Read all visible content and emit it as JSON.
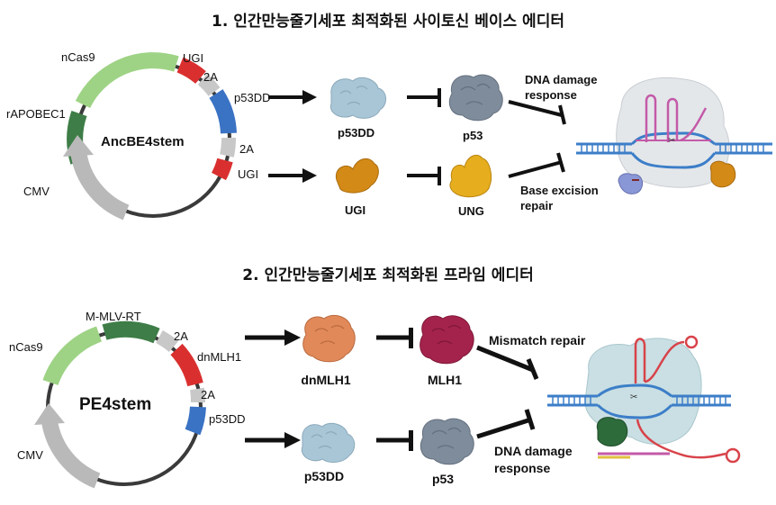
{
  "section1": {
    "title": "1. 인간만능줄기세포 최적화된 사이토신 베이스 에디터",
    "plasmid": {
      "name": "AncBE4stem",
      "segments": [
        "nCas9",
        "UGI",
        "2A",
        "p53DD",
        "2A",
        "UGI",
        "rAPOBEC1",
        "CMV"
      ]
    },
    "proteins": [
      "p53DD",
      "p53",
      "UGI",
      "UNG"
    ],
    "annotations": [
      "DNA damage\nresponse",
      "Base excision\nrepair"
    ]
  },
  "section2": {
    "title": "2. 인간만능줄기세포 최적화된 프라임 에디터",
    "plasmid": {
      "name": "PE4stem",
      "segments": [
        "M-MLV-RT",
        "nCas9",
        "2A",
        "dnMLH1",
        "2A",
        "p53DD",
        "CMV"
      ]
    },
    "proteins": [
      "dnMLH1",
      "MLH1",
      "p53DD",
      "p53"
    ],
    "annotations": [
      "Mismatch repair",
      "DNA damage\nresponse"
    ]
  },
  "colors": {
    "ncas9": "#9ed385",
    "rapobec": "#3e7d47",
    "ugi_segment": "#d9302f",
    "p53dd_segment": "#3a72c4",
    "linker": "#c8c8c8",
    "cmv": "#b9b9b9",
    "p53dd_protein": "#a9c6d6",
    "p53_protein": "#7f8c9c",
    "ugi_protein": "#d48a17",
    "ung_protein": "#e6ad1e",
    "dnmlh1_protein": "#e2895a",
    "mlh1_protein": "#a4234c",
    "dna_blue": "#3c7ec8",
    "dna_red": "#d8434a",
    "rna_pink": "#c35aa8"
  }
}
